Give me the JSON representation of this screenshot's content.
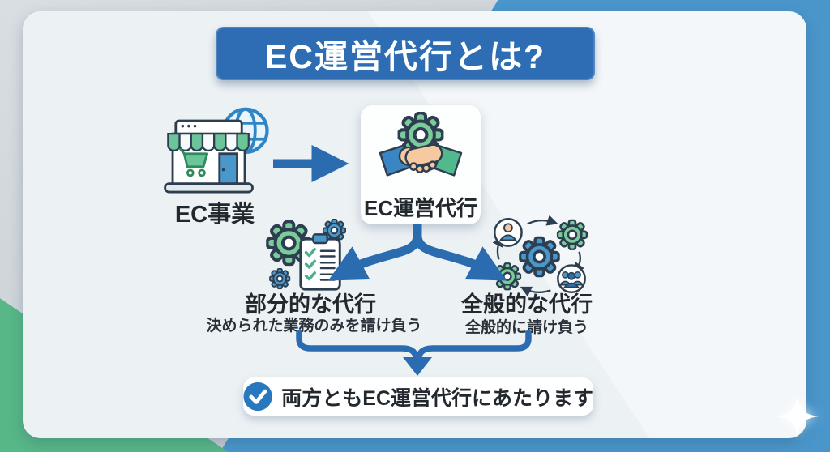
{
  "title": {
    "text": "EC運営代行とは?"
  },
  "flow": {
    "source": {
      "label": "EC事業",
      "icon": "online-store-globe-icon"
    },
    "service": {
      "label": "EC運営代行",
      "icon": "handshake-gear-icon"
    },
    "branches": [
      {
        "label": "部分的な代行",
        "description": "決められた業務のみを請け負う",
        "icon": "gears-checklist-icon"
      },
      {
        "label": "全般的な代行",
        "description": "全般的に請け負う",
        "icon": "people-gears-cycle-icon"
      }
    ],
    "conclusion": {
      "label": "両方ともEC運営代行にあたります",
      "icon": "check-circle-icon"
    }
  },
  "colors": {
    "banner_blue": "#2e6db3",
    "arrow_blue": "#2b6cb1",
    "bg_blue": "#4a96cb",
    "bg_green": "#57b787",
    "bg_gray": "#ced3d8",
    "card_bg": "#ecf1f4",
    "icon_green": "#7ccb9b",
    "icon_blue": "#4a97cc",
    "outline_dark": "#2c3e50",
    "skin": "#f6c9a0",
    "text_dark": "#22282e"
  }
}
